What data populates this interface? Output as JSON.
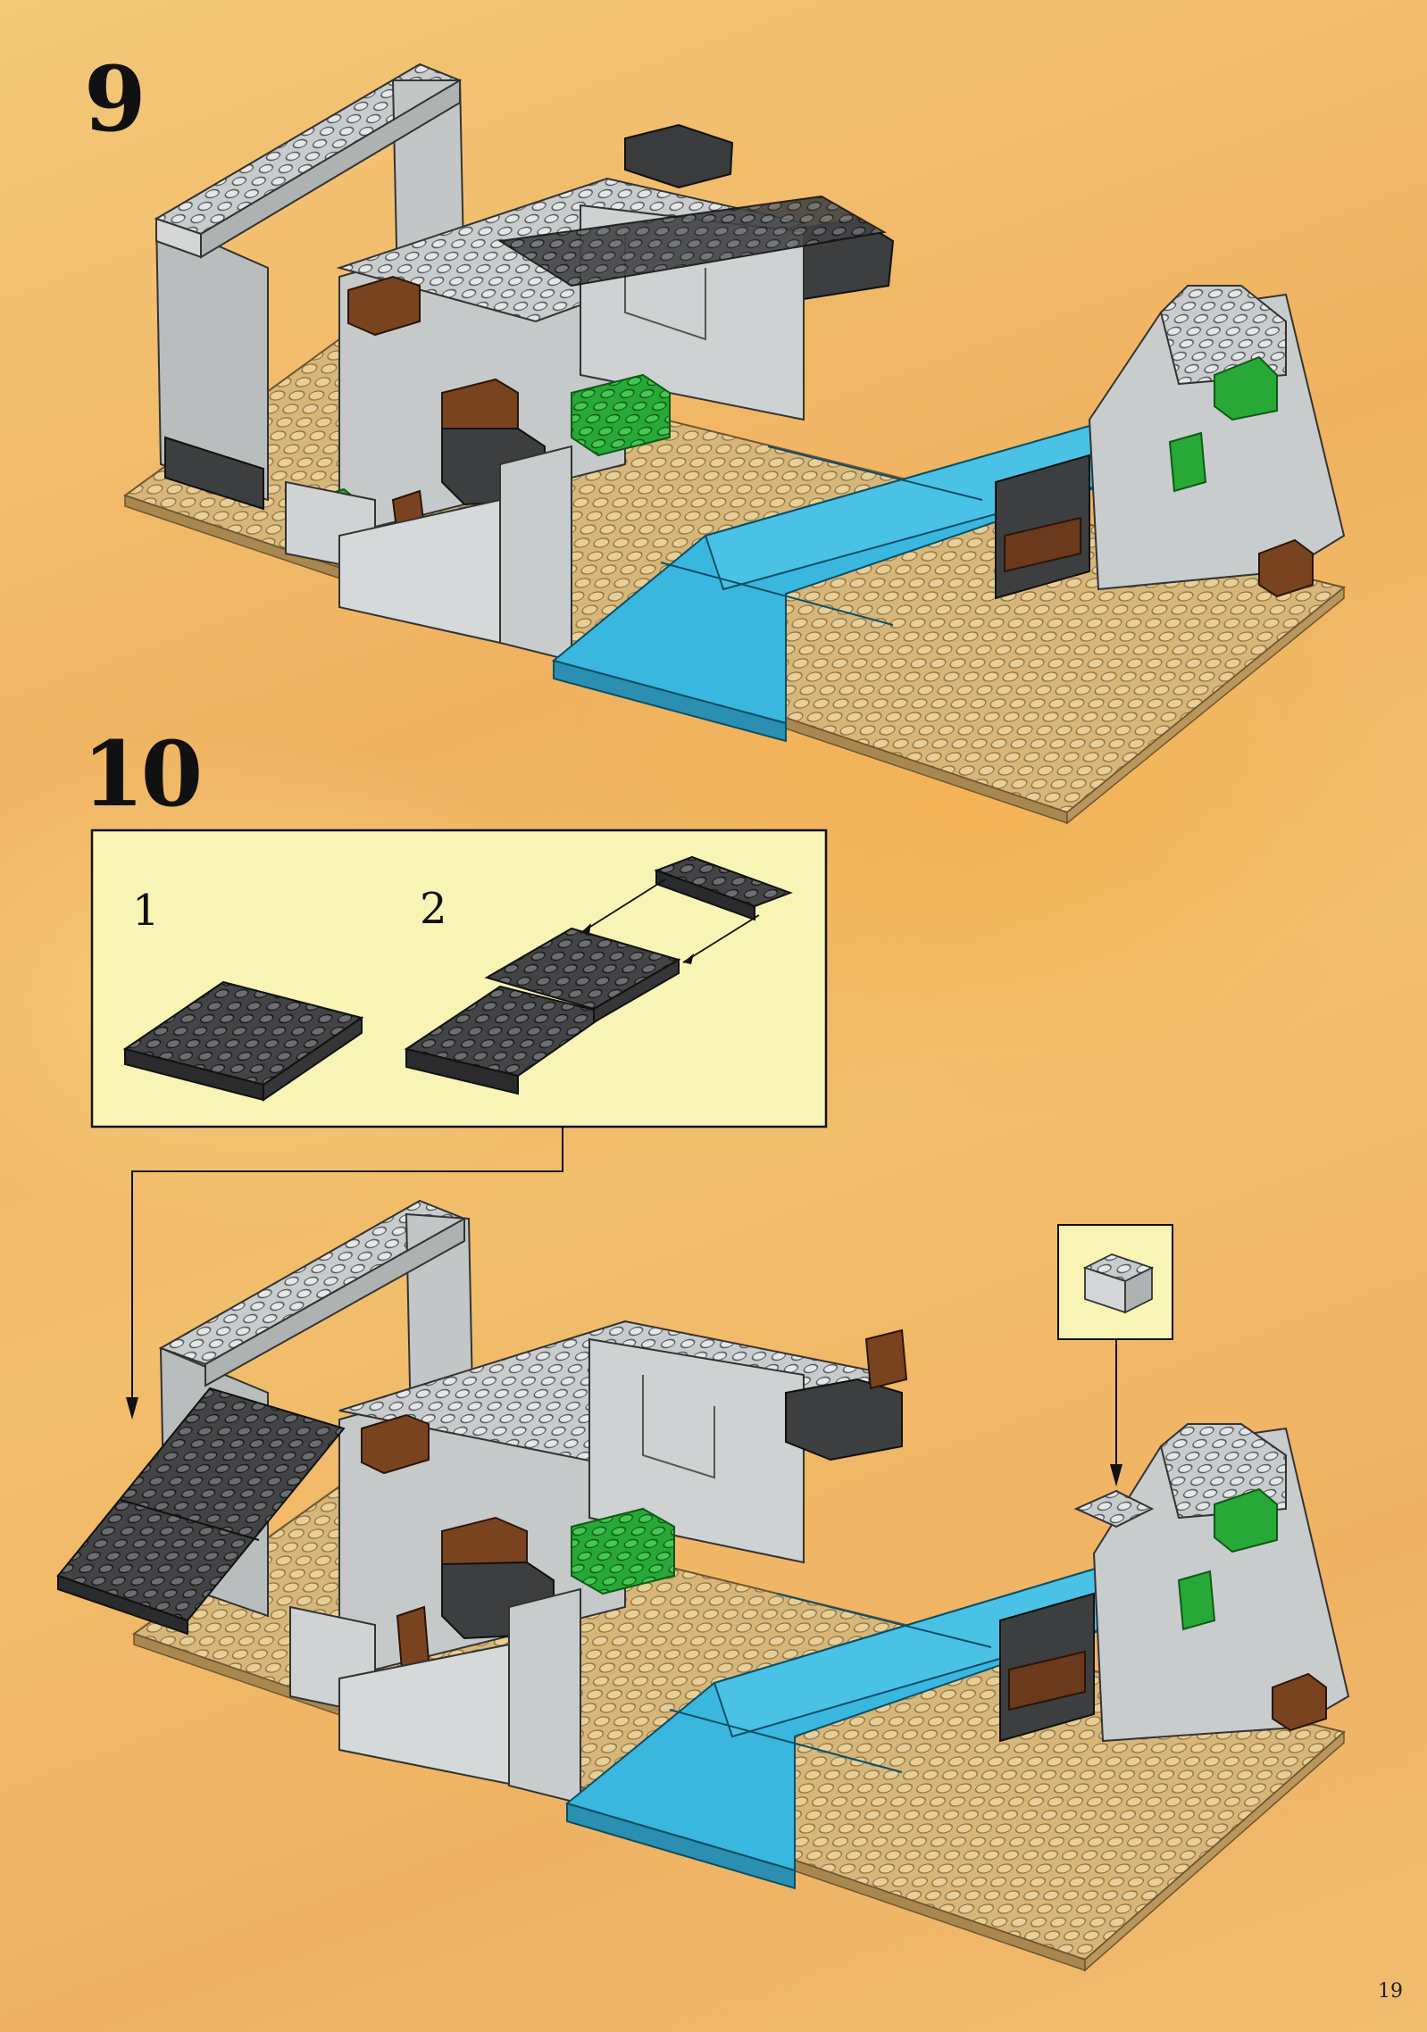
{
  "steps": {
    "step9": {
      "number": "9"
    },
    "step10": {
      "number": "10",
      "callout": {
        "sub1": "1",
        "sub2": "2"
      }
    }
  },
  "page_number": "19",
  "colors": {
    "baseplate": "#d7b67a",
    "light_gray": "#c9cccd",
    "dark_gray": "#434446",
    "water": "#3ab7de",
    "green": "#28a836",
    "brown": "#7a4320",
    "callout_bg": "#f8f4b6"
  }
}
